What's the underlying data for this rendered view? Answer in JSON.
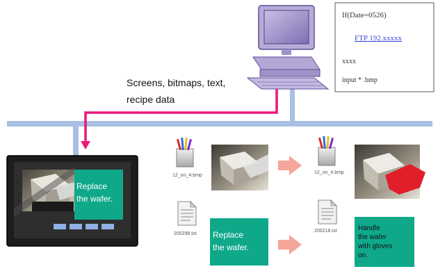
{
  "script_box": {
    "line1": "If(Date=0526)",
    "line2": "FTP 192.xxxxx",
    "line3": "xxxx",
    "line4": "input * .bmp"
  },
  "transfer_label": {
    "line1": "Screens, bitmaps, text,",
    "line2": "recipe data"
  },
  "hmi_screen": {
    "message_line1": "Replace",
    "message_line2": "the wafer."
  },
  "files": {
    "bitmap_before": "12_on_4.bmp",
    "bitmap_after": "12_on_4.bmp",
    "text_before": "200298.txt",
    "text_after": "200218.txt"
  },
  "messages": {
    "before_line1": "Replace",
    "before_line2": "the wafer.",
    "after_line1": "Handle",
    "after_line2": "the wafer",
    "after_line3": "with gloves",
    "after_line4": "on."
  },
  "colors": {
    "network": "#a9bfe3",
    "arrow_magenta": "#e8177a",
    "arrow_salmon": "#f6a59a",
    "message_teal": "#0fa98a"
  }
}
